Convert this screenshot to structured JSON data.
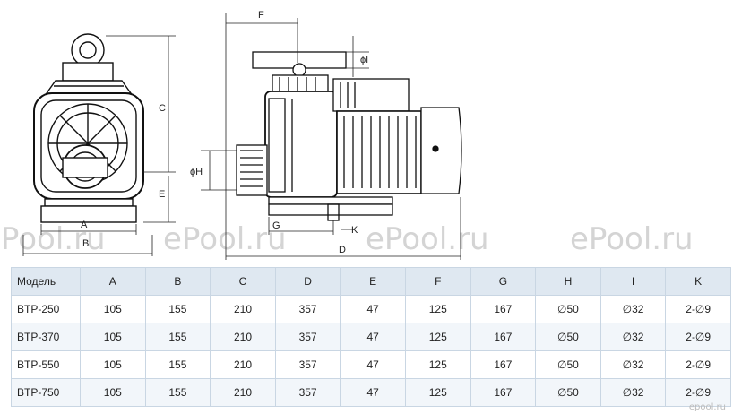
{
  "watermark": "ePool.ru",
  "labels": {
    "A": "A",
    "B": "B",
    "C": "C",
    "D": "D",
    "E": "E",
    "F": "F",
    "G": "G",
    "H": "ϕH",
    "I": "ϕI",
    "K": "K"
  },
  "table": {
    "headers": [
      "Модель",
      "A",
      "B",
      "C",
      "D",
      "E",
      "F",
      "G",
      "H",
      "I",
      "K"
    ],
    "rows": [
      [
        "BTP-250",
        "105",
        "155",
        "210",
        "357",
        "47",
        "125",
        "167",
        "∅50",
        "∅32",
        "2-∅9"
      ],
      [
        "BTP-370",
        "105",
        "155",
        "210",
        "357",
        "47",
        "125",
        "167",
        "∅50",
        "∅32",
        "2-∅9"
      ],
      [
        "BTP-550",
        "105",
        "155",
        "210",
        "357",
        "47",
        "125",
        "167",
        "∅50",
        "∅32",
        "2-∅9"
      ],
      [
        "BTP-750",
        "105",
        "155",
        "210",
        "357",
        "47",
        "125",
        "167",
        "∅50",
        "∅32",
        "2-∅9"
      ]
    ]
  },
  "footer_logo": "epool.ru"
}
